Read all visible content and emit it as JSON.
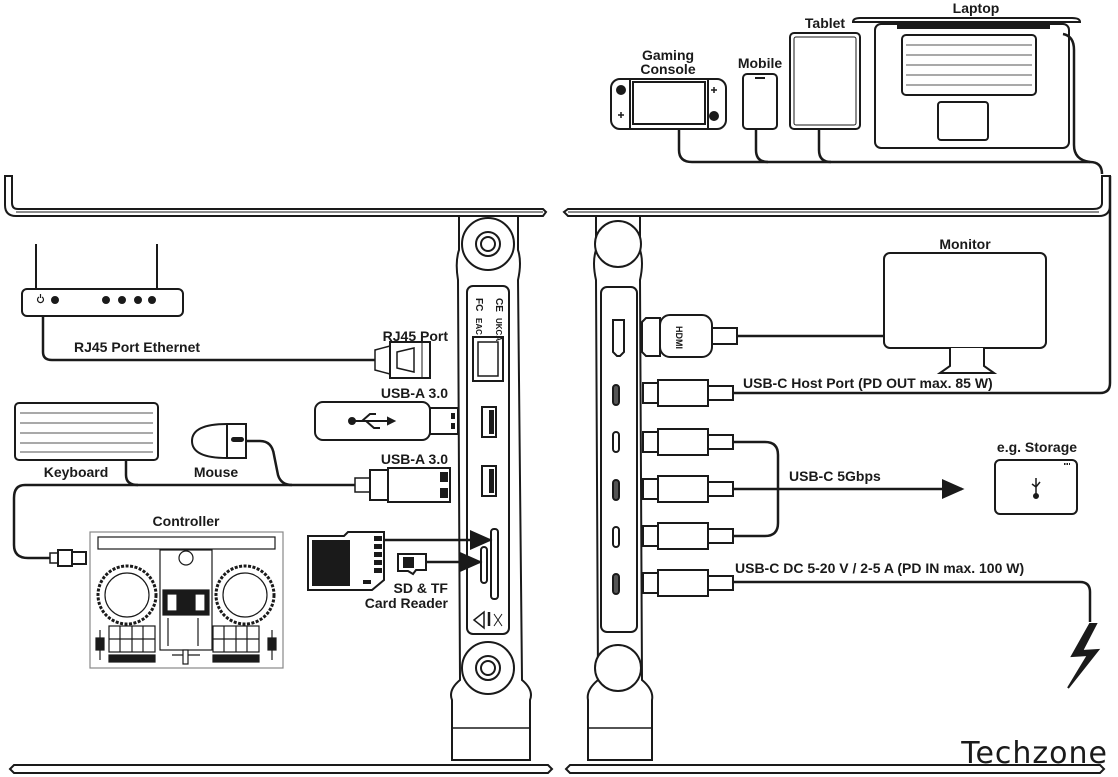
{
  "diagram": {
    "brand": "Techzone",
    "devices": {
      "gaming_console": {
        "line1": "Gaming",
        "line2": "Console"
      },
      "mobile": "Mobile",
      "tablet": "Tablet",
      "laptop": "Laptop",
      "monitor": "Monitor",
      "storage": "e.g. Storage",
      "keyboard": "Keyboard",
      "mouse": "Mouse",
      "controller": "Controller"
    },
    "ports_left": {
      "ethernet_cable": "RJ45 Port Ethernet",
      "rj45": "RJ45 Port",
      "usb_a_1": "USB-A 3.0",
      "usb_a_2": "USB-A 3.0",
      "card_reader": {
        "line1": "SD & TF",
        "line2": "Card Reader"
      }
    },
    "ports_right": {
      "host": "USB-C Host Port (PD OUT max. 85 W)",
      "data": "USB-C 5Gbps",
      "power_in": "USB-C DC 5-20 V / 2-5 A (PD IN max. 100 W)",
      "hdmi_plug": "HDMI"
    },
    "certifications": [
      "CE",
      "UKCA",
      "FC",
      "EAC"
    ],
    "colors": {
      "ink": "#1a1a1a",
      "background": "#ffffff"
    }
  }
}
